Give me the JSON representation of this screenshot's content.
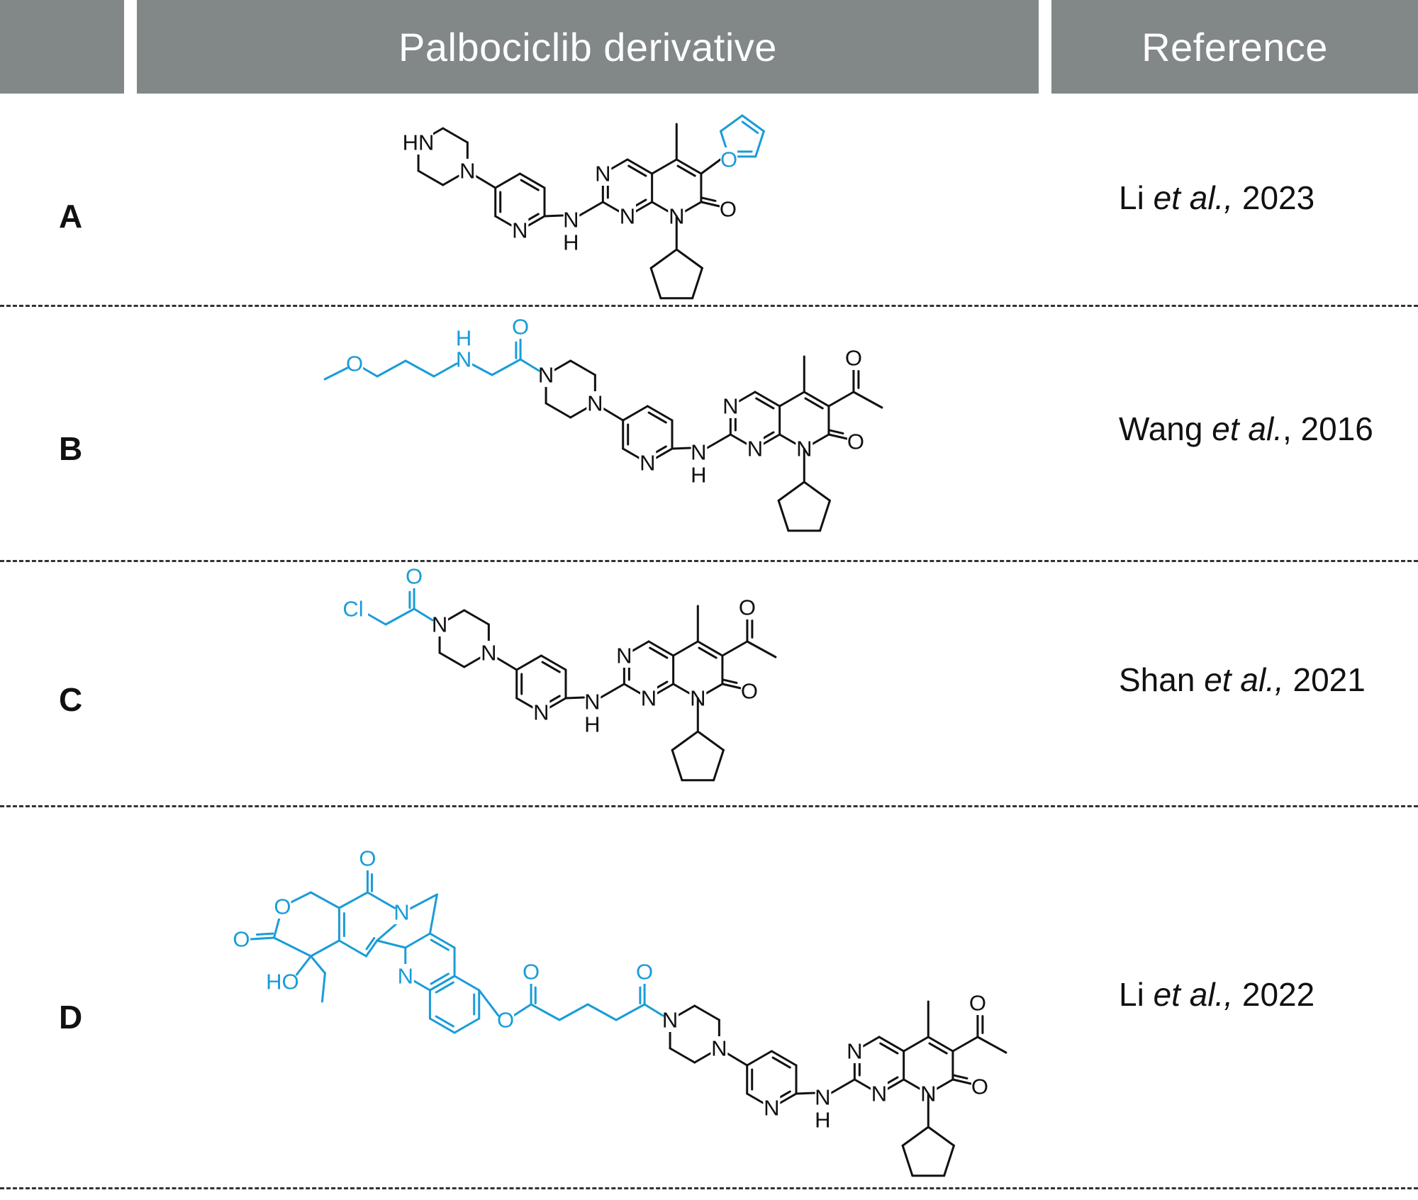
{
  "header": {
    "blank_label": "",
    "derivative_label": "Palbociclib derivative",
    "reference_label": "Reference"
  },
  "colors": {
    "header_bg": "#828788",
    "header_text": "#ffffff",
    "highlight": "#1a9cd8",
    "core": "#111111"
  },
  "rows": [
    {
      "label": "A",
      "ref_author": "Li",
      "ref_etal": "et al.,",
      "ref_year": "2023",
      "highlight": "furan ring"
    },
    {
      "label": "B",
      "ref_author": "Wang",
      "ref_etal": "et al.",
      "ref_year": ", 2016",
      "highlight": "methoxypropylamino-acetyl group"
    },
    {
      "label": "C",
      "ref_author": "Shan",
      "ref_etal": "et al.,",
      "ref_year": "2021",
      "highlight": "chloroacetyl group"
    },
    {
      "label": "D",
      "ref_author": "Li",
      "ref_etal": "et al.,",
      "ref_year": "2022",
      "highlight": "camptothecin-glutarate linker"
    }
  ]
}
